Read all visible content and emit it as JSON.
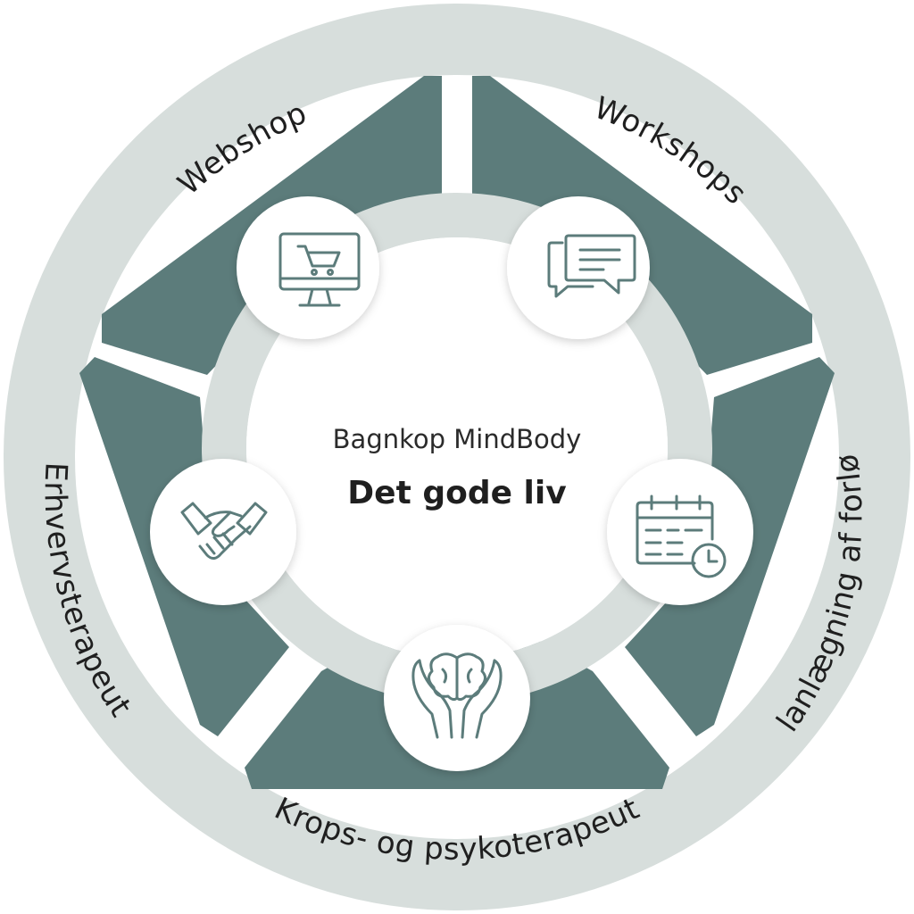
{
  "center": {
    "subtitle": "Bagnkop MindBody",
    "title": "Det gode liv"
  },
  "segments": [
    {
      "label": "Webshop",
      "icon": "shopping-cart-monitor-icon"
    },
    {
      "label": "Workshops",
      "icon": "chat-bubbles-icon"
    },
    {
      "label": "Planlægning af forløb",
      "icon": "calendar-clock-icon"
    },
    {
      "label": "Krops- og psykoterapeut",
      "icon": "brain-hands-icon"
    },
    {
      "label": "Erhvervsterapeut",
      "icon": "handshake-icon"
    }
  ],
  "colors": {
    "ring": "#d7dedc",
    "petal": "#5c7c7b",
    "icon": "#5c7c7b",
    "circle": "#ffffff",
    "text": "#1f1f1f"
  }
}
